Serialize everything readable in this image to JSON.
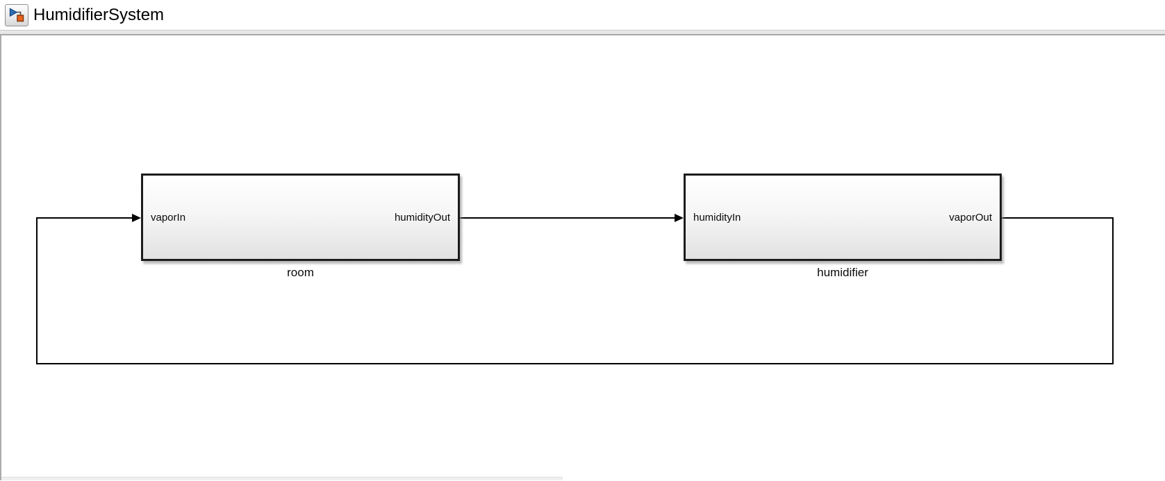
{
  "header": {
    "title": "HumidifierSystem",
    "icon": "simulink-model-badge"
  },
  "diagram": {
    "blocks": [
      {
        "id": "room",
        "label": "room",
        "type": "subsystem",
        "input_port": "vaporIn",
        "output_port": "humidityOut"
      },
      {
        "id": "humidifier",
        "label": "humidifier",
        "type": "subsystem",
        "input_port": "humidityIn",
        "output_port": "vaporOut"
      }
    ],
    "connections": [
      {
        "from": "room/humidityOut",
        "to": "humidifier/humidityIn",
        "route": "direct"
      },
      {
        "from": "humidifier/vaporOut",
        "to": "room/vaporIn",
        "route": "feedback-loop-below"
      }
    ],
    "colors": {
      "wire": "#000000",
      "block-border": "#1c1c1c",
      "block-fill-top": "#ffffff",
      "block-fill-bottom": "#e2e2e2",
      "shadow": "#9e9e9e",
      "icon-triangle": "#2e6db4",
      "icon-square": "#e8631d"
    }
  }
}
